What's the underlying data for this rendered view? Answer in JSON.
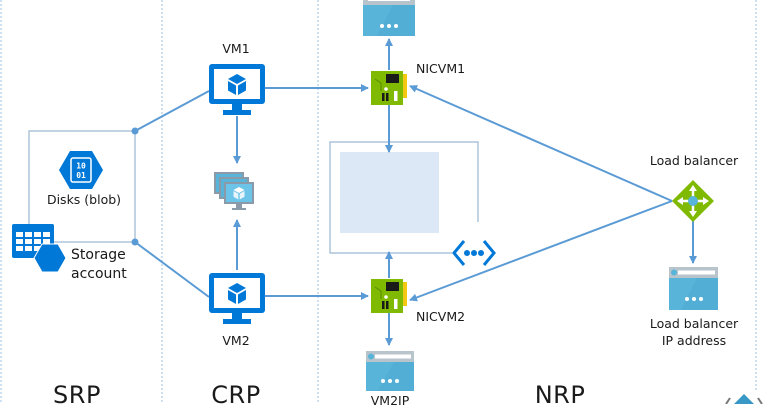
{
  "sections": [
    {
      "id": "srp",
      "label": "SRP"
    },
    {
      "id": "crp",
      "label": "CRP"
    },
    {
      "id": "nrp",
      "label": "NRP"
    }
  ],
  "nodes": {
    "disks": {
      "label": "Disks (blob)",
      "icon": "disk-blob-icon",
      "glyph": "10\n01"
    },
    "storage": {
      "label_line1": "Storage",
      "label_line2": "account",
      "icon": "storage-account-icon"
    },
    "vm1": {
      "label": "VM1",
      "icon": "virtual-machine-icon"
    },
    "vm2": {
      "label": "VM2",
      "icon": "virtual-machine-icon"
    },
    "availability_set": {
      "label": "",
      "icon": "availability-set-icon"
    },
    "nicvm1": {
      "label": "NICVM1",
      "icon": "network-interface-icon"
    },
    "nicvm2": {
      "label": "NICVM2",
      "icon": "network-interface-icon"
    },
    "vm1ip": {
      "label": "",
      "icon": "public-ip-icon"
    },
    "vm2ip": {
      "label": "VM2IP",
      "icon": "public-ip-icon"
    },
    "vnet": {
      "label": "",
      "icon": "virtual-network-icon"
    },
    "load_balancer": {
      "label": "Load balancer",
      "icon": "load-balancer-icon"
    },
    "lb_ip": {
      "label_line1": "Load balancer",
      "label_line2": "IP address",
      "icon": "public-ip-icon"
    }
  },
  "edges": [
    {
      "from": "storage",
      "to": "vm1"
    },
    {
      "from": "storage",
      "to": "vm2"
    },
    {
      "from": "vm1",
      "to": "nicvm1"
    },
    {
      "from": "vm2",
      "to": "nicvm2"
    },
    {
      "from": "vm1",
      "to": "availability_set"
    },
    {
      "from": "vm2",
      "to": "availability_set"
    },
    {
      "from": "nicvm1",
      "to": "vm1ip"
    },
    {
      "from": "nicvm1",
      "to": "vnet"
    },
    {
      "from": "nicvm2",
      "to": "vnet"
    },
    {
      "from": "nicvm2",
      "to": "vm2ip"
    },
    {
      "from": "load_balancer",
      "to": "nicvm1"
    },
    {
      "from": "load_balancer",
      "to": "nicvm2"
    },
    {
      "from": "load_balancer",
      "to": "lb_ip"
    }
  ],
  "colors": {
    "azure_blue": "#0078d7",
    "connector": "#5b9bd5",
    "divider": "#9dc3e6",
    "nic_green": "#7fba00",
    "ip_blue": "#59b4d9",
    "subnet_fill": "#dce8f5",
    "lb_green": "#7fba00"
  }
}
